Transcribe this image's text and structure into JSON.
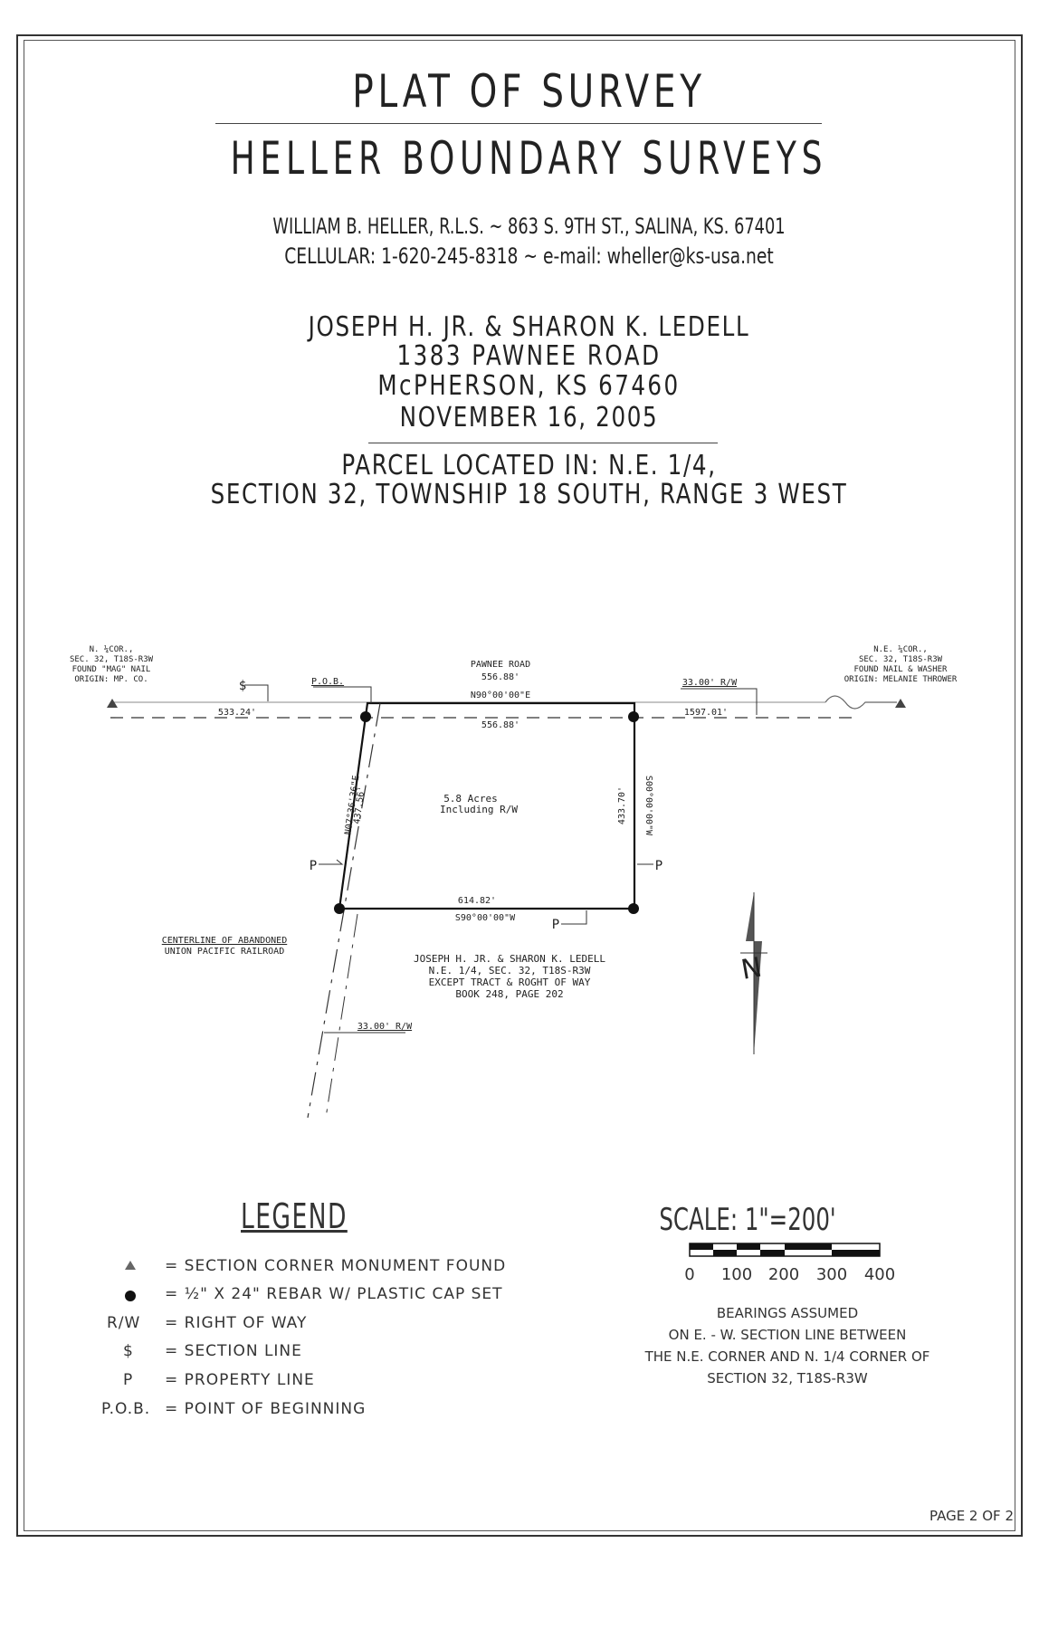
{
  "header": {
    "title": "PLAT OF SURVEY",
    "company": "HELLER BOUNDARY SURVEYS",
    "address_line": "WILLIAM B. HELLER, R.L.S. ~ 863 S. 9TH ST., SALINA, KS. 67401",
    "contact_line": "CELLULAR: 1-620-245-8318 ~ e-mail: wheller@ks-usa.net"
  },
  "client": {
    "name": "JOSEPH H. JR. & SHARON K. LEDELL",
    "street": "1383 PAWNEE ROAD",
    "city": "McPHERSON, KS 67460",
    "date": "NOVEMBER 16, 2005"
  },
  "parcel": {
    "line1": "PARCEL LOCATED IN: N.E. 1/4,",
    "line2": "SECTION 32, TOWNSHIP 18 SOUTH, RANGE 3 WEST"
  },
  "drawing": {
    "nw_corner": [
      "N. ¼COR.,",
      "SEC. 32, T18S-R3W",
      "FOUND \"MAG\" NAIL",
      "ORIGIN: MP. CO."
    ],
    "ne_corner": [
      "N.E. ¼COR.,",
      "SEC. 32, T18S-R3W",
      "FOUND NAIL & WASHER",
      "ORIGIN: MELANIE THROWER"
    ],
    "road_name": "PAWNEE ROAD",
    "road_distance": "556.88'",
    "north_bearing": "N90°00'00\"E",
    "north_distance": "556.88'",
    "west_tie": "533.24'",
    "east_tie": "1597.01'",
    "east_rw": "33.00' R/W",
    "pob": "P.O.B.",
    "section_line_sym": "$",
    "property_line_sym": "P",
    "west_bearing": "N07°36'36\"E",
    "west_distance": "437.56'",
    "east_bearing": "S00°00'00\"W",
    "east_distance": "433.70'",
    "south_distance": "614.82'",
    "south_bearing": "S90°00'00\"W",
    "area": "5.8 Acres",
    "area_note": "Including R/W",
    "railroad": [
      "CENTERLINE OF ABANDONED",
      "UNION PACIFIC RAILROAD"
    ],
    "rail_rw": "33.00' R/W",
    "owner_block": [
      "JOSEPH H. JR. & SHARON K. LEDELL",
      "N.E. 1/4, SEC. 32, T18S-R3W",
      "EXCEPT TRACT & ROGHT OF WAY",
      "BOOK 248, PAGE 202"
    ],
    "north_letter": "N"
  },
  "legend": {
    "title": "LEGEND",
    "items": [
      {
        "sym": "▲",
        "text": "= SECTION CORNER MONUMENT FOUND"
      },
      {
        "sym": "●",
        "text": "= ½\" X 24\" REBAR W/ PLASTIC CAP SET"
      },
      {
        "sym": "R/W",
        "text": "= RIGHT OF WAY"
      },
      {
        "sym": "$",
        "text": "= SECTION LINE"
      },
      {
        "sym": "P",
        "text": "= PROPERTY LINE"
      },
      {
        "sym": "P.O.B.",
        "text": "= POINT OF BEGINNING"
      }
    ]
  },
  "scale": {
    "title": "SCALE: 1\"=200'",
    "ticks": [
      "0",
      "100",
      "200",
      "300",
      "400"
    ],
    "note": [
      "BEARINGS ASSUMED",
      "ON E. - W. SECTION LINE BETWEEN",
      "THE N.E. CORNER AND N. 1/4 CORNER OF",
      "SECTION 32, T18S-R3W"
    ]
  },
  "footer": {
    "page": "PAGE 2 OF 2"
  }
}
